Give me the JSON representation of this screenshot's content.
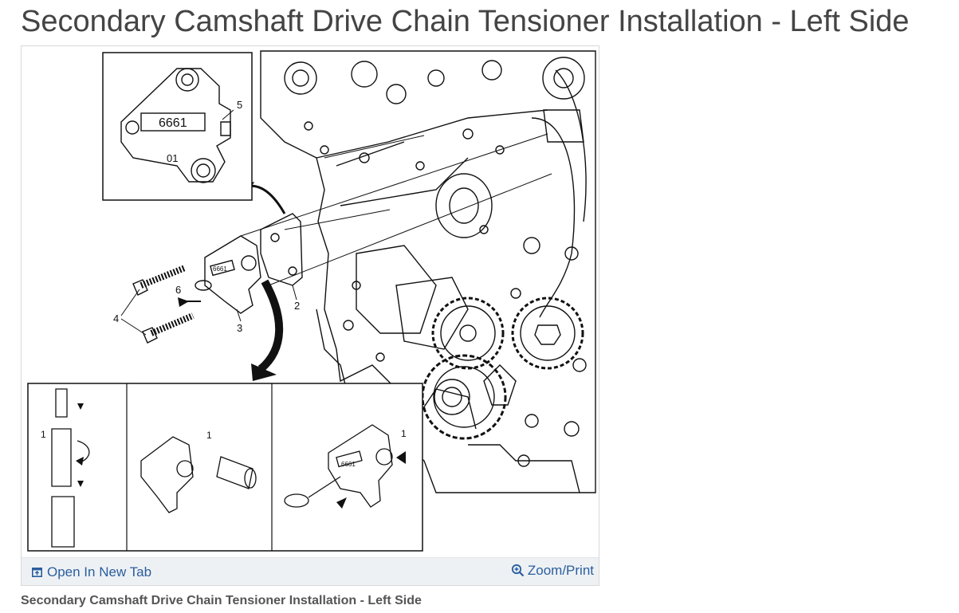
{
  "page": {
    "title": "Secondary Camshaft Drive Chain Tensioner Installation - Left Side",
    "caption": "Secondary Camshaft Drive Chain Tensioner Installation - Left Side"
  },
  "toolbar": {
    "open_tab_label": "Open In New Tab",
    "open_tab_icon": "open-in-new-tab-icon",
    "zoom_label": "Zoom/Print",
    "zoom_icon": "zoom-in-icon",
    "link_color": "#2a5e9e"
  },
  "diagram": {
    "callouts": {
      "c1": "1",
      "c2": "2",
      "c3": "3",
      "c4": "4",
      "c5": "5",
      "c6": "6"
    },
    "part_number": "6661",
    "inset_part_number": "6661",
    "inset_marking": "01",
    "panel_part_number": "6661"
  }
}
